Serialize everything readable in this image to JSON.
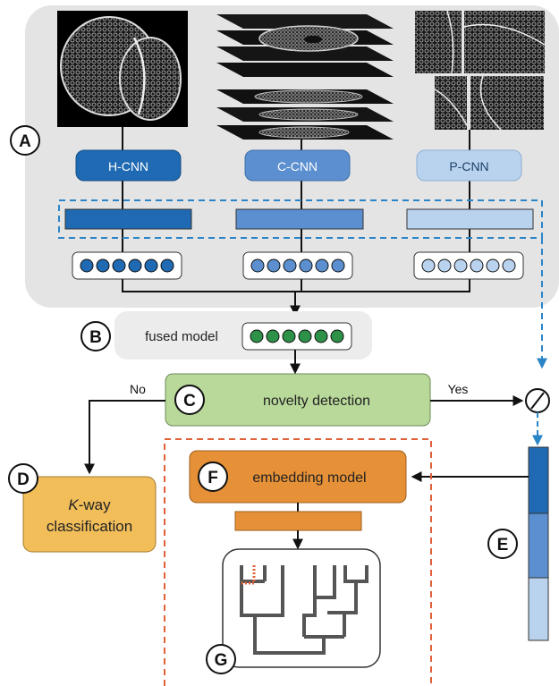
{
  "panel_labels": {
    "a": "A",
    "b": "B",
    "c": "C",
    "d": "D",
    "e": "E",
    "f": "F",
    "g": "G"
  },
  "cnn": {
    "h": "H-CNN",
    "c": "C-CNN",
    "p": "P-CNN"
  },
  "fused_model": "fused model",
  "novelty_detection": "novelty detection",
  "branch_no": "No",
  "branch_yes": "Yes",
  "kway": {
    "k": "K",
    "way": "-way",
    "classification": "classification"
  },
  "embedding_model": "embedding model",
  "colors": {
    "panel_bg": "#e4e4e4",
    "fused_bg": "#ececec",
    "h_cnn": "#1f6ab3",
    "c_cnn": "#5b8fcf",
    "p_cnn": "#b9d3ee",
    "fused_dot": "#2d9147",
    "novelty_fill": "#b8d99a",
    "kway_fill": "#f2be5a",
    "embed_fill": "#e69137",
    "dash_blue": "#2a84c8",
    "dash_red": "#e0603a",
    "tree_line": "#555555"
  }
}
